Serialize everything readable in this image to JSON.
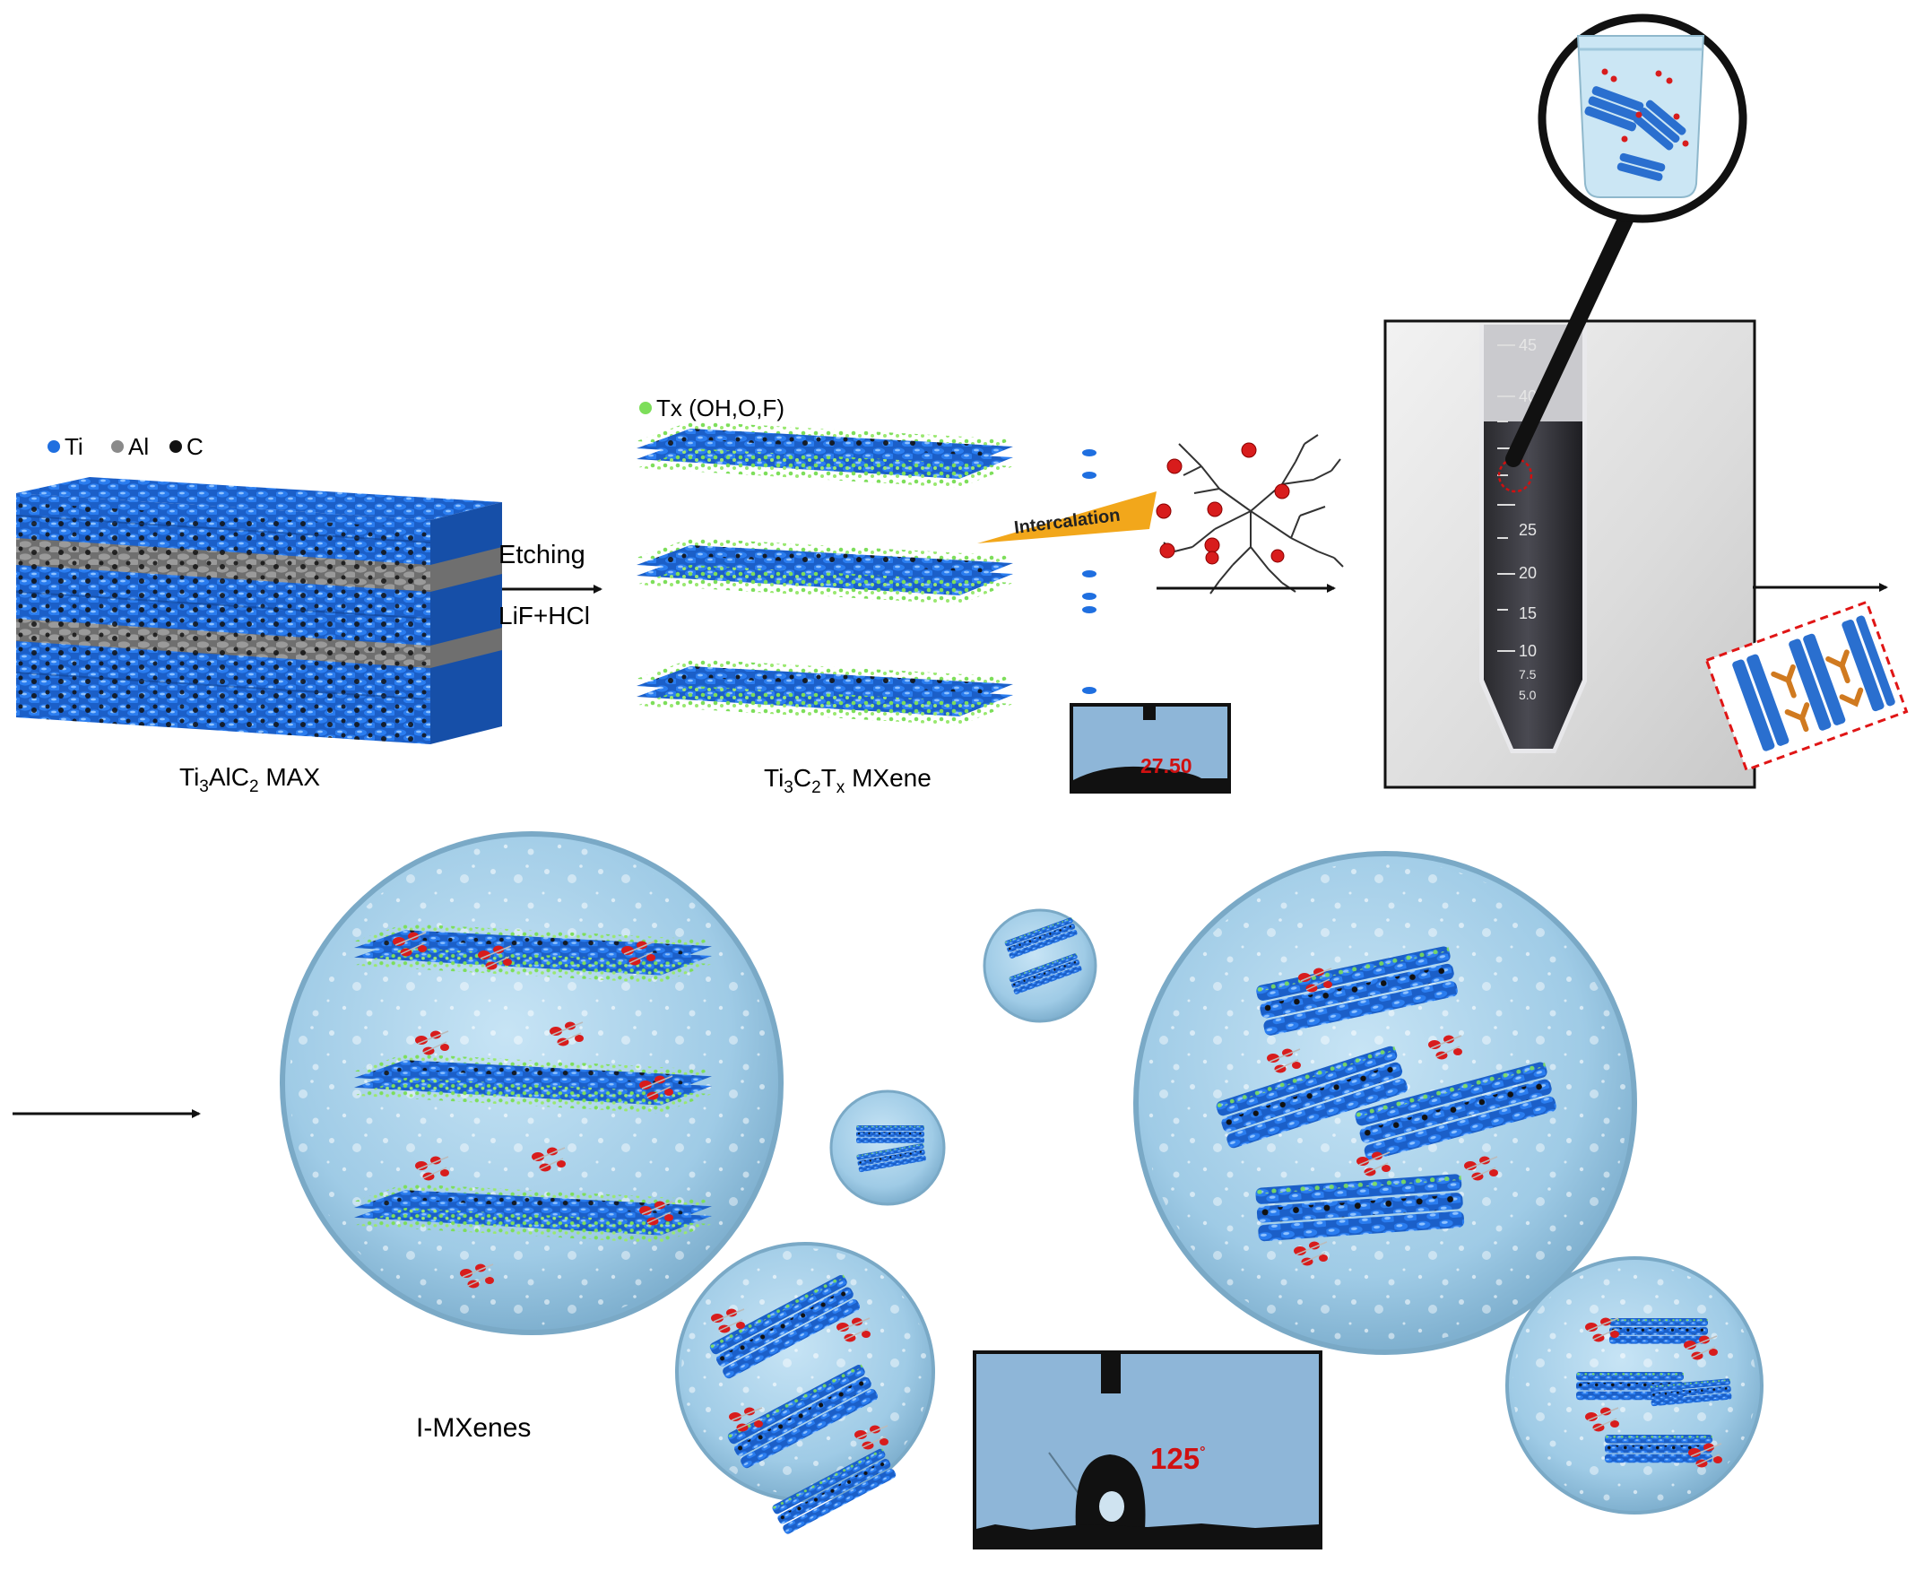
{
  "legend_max": {
    "items": [
      {
        "symbol": "Ti",
        "color": "#1f6fe0"
      },
      {
        "symbol": "Al",
        "color": "#8a8a8a"
      },
      {
        "symbol": "C",
        "color": "#111111"
      }
    ]
  },
  "steps": {
    "etching": "Etching",
    "reagent": "LiF+HCl",
    "intercalation": "Intercalation"
  },
  "labels": {
    "max": {
      "a": "Ti",
      "s1": "3",
      "b": "AlC",
      "s2": "2",
      "c": " MAX"
    },
    "mxene": {
      "a": "Ti",
      "s1": "3",
      "b": "C",
      "s2": "2",
      "c": "T",
      "s3": "x",
      "d": " MXene"
    },
    "tx": "Tx (OH,O,F)",
    "imxene": "I-MXenes"
  },
  "contact_angles": {
    "pristine": "27.50",
    "intercalated": "125",
    "unit": "°"
  },
  "tube_scale": [
    "45",
    "40",
    "25",
    "20",
    "15",
    "10",
    "7.5",
    "5.0"
  ],
  "colors": {
    "ti_blue": "#1f6fe0",
    "al_grey": "#8a8a8a",
    "carbon": "#111111",
    "tx_green": "#7dde5a",
    "polymer_red": "#d81c1c",
    "bubble": "#a9d3ec",
    "angle_red": "#d01010",
    "intercalation_orange": "#f2a71b"
  }
}
